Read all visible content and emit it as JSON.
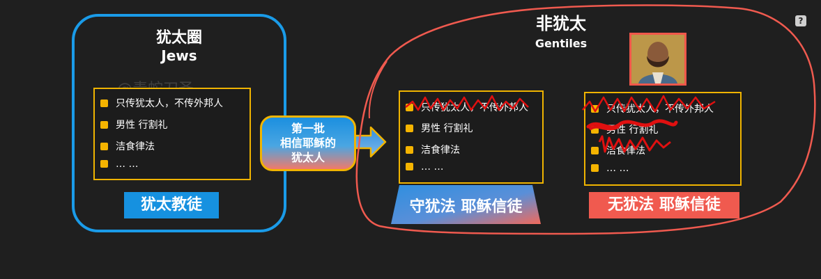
{
  "jews_group": {
    "title_cn": "犹太圈",
    "title_en": "Jews",
    "watermark": "@毒蛇刀圣",
    "items": [
      "只传犹太人，不传外邦人",
      "男性 行割礼",
      "洁食律法",
      "… …"
    ],
    "label": "犹太教徒"
  },
  "transfer": {
    "lines": [
      "第一批",
      "相信耶稣的",
      "犹太人"
    ]
  },
  "gentiles_group": {
    "title_cn": "非犹太",
    "title_en": "Gentiles",
    "middle_items": [
      "只传犹太人，不传外邦人",
      "男性 行割礼",
      "洁食律法",
      "… …"
    ],
    "middle_label": "守犹法 耶稣信徒",
    "right_items": [
      "只传犹太人，不传外邦人",
      "男性 行割礼",
      "洁食律法",
      "… …"
    ],
    "right_label": "无犹法 耶稣信徒"
  },
  "help_icon_label": "?",
  "colors": {
    "background": "#1f1f1f",
    "blue": "#1a9be8",
    "yellow": "#f0b400",
    "red": "#f05a4f",
    "scribble": "#e01010"
  }
}
